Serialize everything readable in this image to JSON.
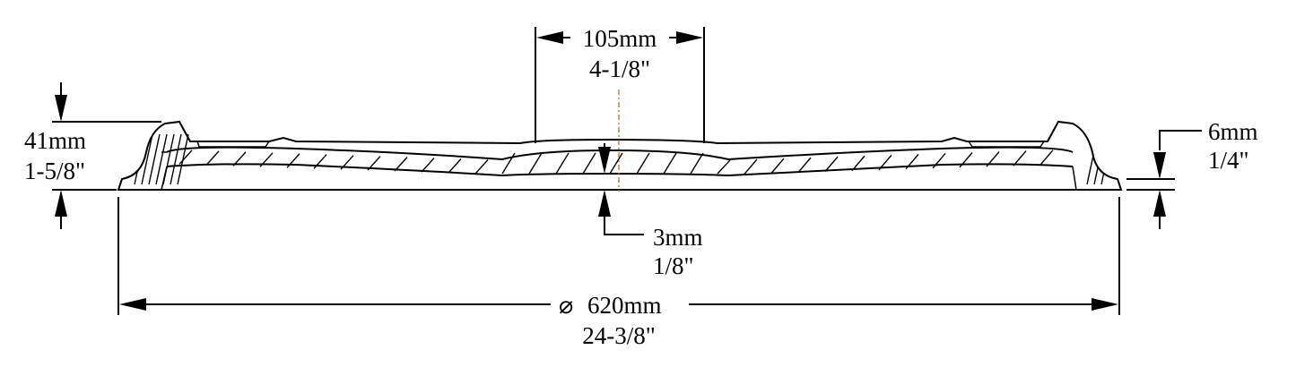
{
  "dimensions": {
    "center_width": {
      "metric": "105mm",
      "imperial": "4-1/8\""
    },
    "height": {
      "metric": "41mm",
      "imperial": "1-5/8\""
    },
    "edge_thickness": {
      "metric": "6mm",
      "imperial": "1/4\""
    },
    "center_thickness": {
      "metric": "3mm",
      "imperial": "1/8\""
    },
    "diameter": {
      "symbol": "⌀",
      "metric": "620mm",
      "imperial": "24-3/8\""
    }
  },
  "colors": {
    "line": "#000000",
    "centerline": "#b5651d",
    "background": "#ffffff"
  }
}
